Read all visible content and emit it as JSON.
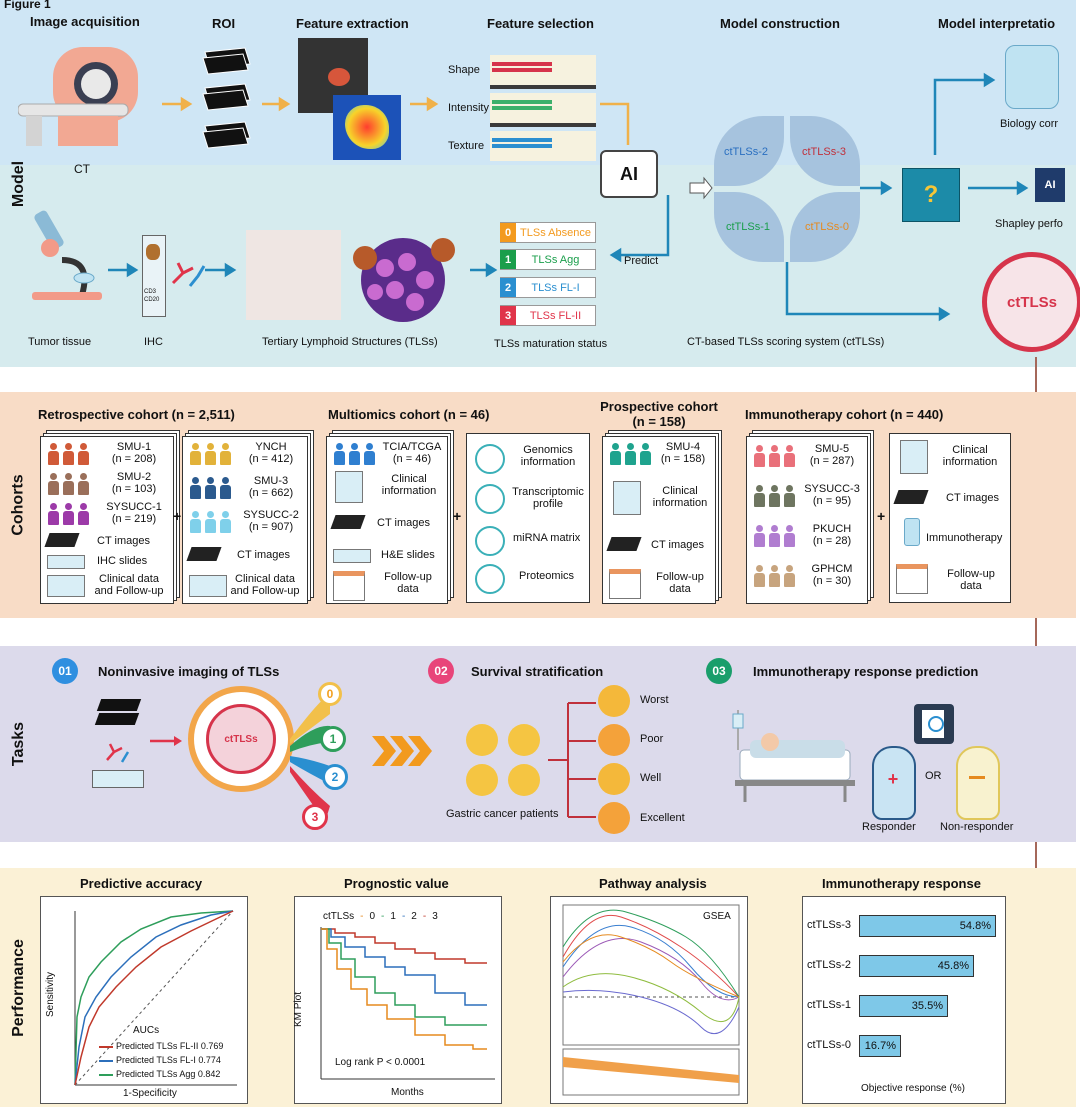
{
  "figure_label": "Figure 1",
  "sections": {
    "model": "Model",
    "cohorts": "Cohorts",
    "tasks": "Tasks",
    "performance": "Performance"
  },
  "model": {
    "stages": {
      "image_acquisition": "Image acquisition",
      "roi": "ROI",
      "feature_extraction": "Feature extraction",
      "feature_selection": "Feature selection",
      "model_construction": "Model construction",
      "model_interpretation": "Model interpretatio"
    },
    "ct_label": "CT",
    "features": [
      "Shape",
      "Intensity",
      "Texture"
    ],
    "ai_label": "AI",
    "petals": [
      "ctTLSs-2",
      "ctTLSs-3",
      "ctTLSs-1",
      "ctTLSs-0"
    ],
    "question": "?",
    "biology_label": "Biology corr",
    "shapley_label": "Shapley perfo",
    "tumor_label": "Tumor tissue",
    "ihc_label": "IHC",
    "ihc_markers": [
      "CD3",
      "CD20"
    ],
    "tls_label": "Tertiary Lymphoid Structures (TLSs)",
    "statuses": [
      {
        "n": "0",
        "label": "TLSs Absence",
        "color": "#f39a1e"
      },
      {
        "n": "1",
        "label": "TLSs Agg",
        "color": "#1a9e4b"
      },
      {
        "n": "2",
        "label": "TLSs FL-I",
        "color": "#2a8fd0"
      },
      {
        "n": "3",
        "label": "TLSs FL-II",
        "color": "#e0344a"
      }
    ],
    "status_caption": "TLSs maturation status",
    "predict_label": "Predict",
    "system_caption": "CT-based TLSs scoring system (ctTLSs)",
    "cttlss_circle": "ctTLSs"
  },
  "cohorts": {
    "retro_title": "Retrospective cohort (n = 2,511)",
    "retro1": [
      {
        "name": "SMU-1",
        "n": "(n = 208)"
      },
      {
        "name": "SMU-2",
        "n": "(n = 103)"
      },
      {
        "name": "SYSUCC-1",
        "n": "(n = 219)"
      }
    ],
    "retro1_items": [
      "CT images",
      "IHC slides",
      "Clinical data",
      "and Follow-up"
    ],
    "retro2": [
      {
        "name": "YNCH",
        "n": "(n = 412)"
      },
      {
        "name": "SMU-3",
        "n": "(n = 662)"
      },
      {
        "name": "SYSUCC-2",
        "n": "(n = 907)"
      }
    ],
    "retro2_items": [
      "CT images",
      "Clinical data",
      "and Follow-up"
    ],
    "multi_title": "Multiomics cohort (n = 46)",
    "multi1": {
      "name": "TCIA/TCGA",
      "n": "(n = 46)"
    },
    "multi1_items": [
      "Clinical",
      "information",
      "CT images",
      "H&E slides",
      "Follow-up",
      "data"
    ],
    "multi2_items": [
      "Genomics",
      "information",
      "Transcriptomic",
      "profile",
      "miRNA matrix",
      "Proteomics"
    ],
    "pros_title": "Prospective cohort",
    "pros_n": "(n = 158)",
    "pros": {
      "name": "SMU-4",
      "n": "(n = 158)"
    },
    "pros_items": [
      "Clinical",
      "information",
      "CT images",
      "Follow-up",
      "data"
    ],
    "immuno_title": "Immunotherapy cohort (n = 440)",
    "immuno": [
      {
        "name": "SMU-5",
        "n": "(n = 287)"
      },
      {
        "name": "SYSUCC-3",
        "n": "(n = 95)"
      },
      {
        "name": "PKUCH",
        "n": "(n = 28)"
      },
      {
        "name": "GPHCM",
        "n": "(n = 30)"
      }
    ],
    "immuno_items": [
      "Clinical",
      "information",
      "CT images",
      "Immunotherapy",
      "Follow-up",
      "data"
    ],
    "plus": "+"
  },
  "tasks": {
    "t1": {
      "num": "01",
      "title": "Noninvasive imaging of TLSs"
    },
    "t2": {
      "num": "02",
      "title": "Survival stratification"
    },
    "t3": {
      "num": "03",
      "title": "Immunotherapy response prediction"
    },
    "badges": [
      "0",
      "1",
      "2",
      "3"
    ],
    "circle": "ctTLSs",
    "outcomes": [
      "Worst",
      "Poor",
      "Well",
      "Excellent"
    ],
    "patients_label": "Gastric cancer patients",
    "responder": "Responder",
    "or": "OR",
    "nonresponder": "Non-responder"
  },
  "performance": {
    "roc": {
      "title": "Predictive accuracy",
      "xlabel": "1-Specificity",
      "ylabel": "Sensitivity",
      "legend_title": "AUCs",
      "series": [
        {
          "name": "Predicted TLSs FL-II 0.769",
          "color": "#c0392b"
        },
        {
          "name": "Predicted TLSs FL-I 0.774",
          "color": "#2c6fbb"
        },
        {
          "name": "Predicted TLSs Agg 0.842",
          "color": "#2e9e5b"
        }
      ]
    },
    "km": {
      "title": "Prognostic value",
      "legend_title": "ctTLSs",
      "legend": [
        "0",
        "1",
        "2",
        "3"
      ],
      "ylabel": "KM Plot",
      "xlabel": "Months",
      "logrank": "Log rank P < 0.0001"
    },
    "gsea": {
      "title": "Pathway analysis",
      "label": "GSEA"
    },
    "immuno": {
      "title": "Immunotherapy response",
      "xlabel": "Objective response (%)"
    }
  },
  "chart_data": [
    {
      "type": "bar",
      "title": "Immunotherapy response",
      "xlabel": "Objective response (%)",
      "categories": [
        "ctTLSs-3",
        "ctTLSs-2",
        "ctTLSs-1",
        "ctTLSs-0"
      ],
      "values": [
        54.8,
        45.8,
        35.5,
        16.7
      ],
      "labels": [
        "54.8%",
        "45.8%",
        "35.5%",
        "16.7%"
      ],
      "orientation": "horizontal",
      "xlim": [
        0,
        60
      ]
    }
  ]
}
